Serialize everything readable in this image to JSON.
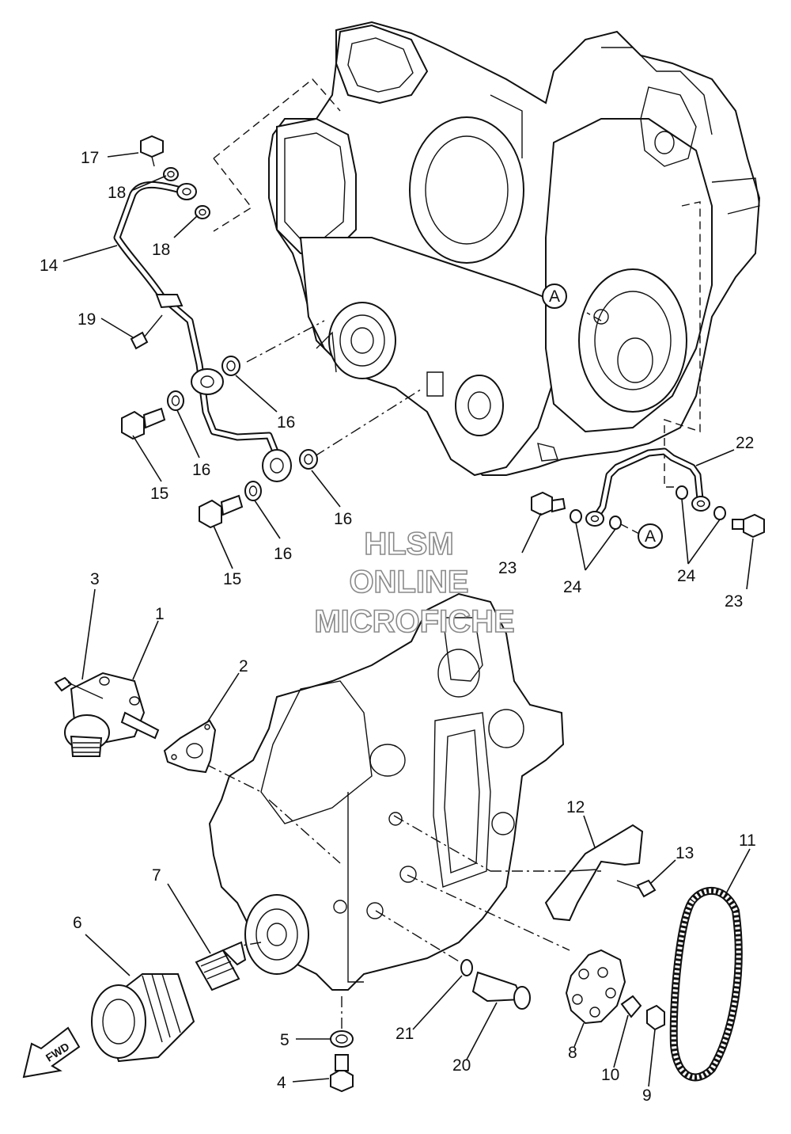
{
  "callouts": [
    {
      "id": "17",
      "text": "17"
    },
    {
      "id": "18a",
      "text": "18"
    },
    {
      "id": "18b",
      "text": "18"
    },
    {
      "id": "14",
      "text": "14"
    },
    {
      "id": "19",
      "text": "19"
    },
    {
      "id": "16a",
      "text": "16"
    },
    {
      "id": "16b",
      "text": "16"
    },
    {
      "id": "15a",
      "text": "15"
    },
    {
      "id": "16c",
      "text": "16"
    },
    {
      "id": "16d",
      "text": "16"
    },
    {
      "id": "15b",
      "text": "15"
    },
    {
      "id": "22",
      "text": "22"
    },
    {
      "id": "23a",
      "text": "23"
    },
    {
      "id": "24a",
      "text": "24"
    },
    {
      "id": "24b",
      "text": "24"
    },
    {
      "id": "23b",
      "text": "23"
    },
    {
      "id": "3",
      "text": "3"
    },
    {
      "id": "1",
      "text": "1"
    },
    {
      "id": "2",
      "text": "2"
    },
    {
      "id": "12",
      "text": "12"
    },
    {
      "id": "13",
      "text": "13"
    },
    {
      "id": "11",
      "text": "11"
    },
    {
      "id": "7",
      "text": "7"
    },
    {
      "id": "6",
      "text": "6"
    },
    {
      "id": "5",
      "text": "5"
    },
    {
      "id": "4",
      "text": "4"
    },
    {
      "id": "21",
      "text": "21"
    },
    {
      "id": "20",
      "text": "20"
    },
    {
      "id": "8",
      "text": "8"
    },
    {
      "id": "10",
      "text": "10"
    },
    {
      "id": "9",
      "text": "9"
    }
  ],
  "reference_marks": [
    {
      "id": "A1",
      "text": "A"
    },
    {
      "id": "A2",
      "text": "A"
    }
  ],
  "fwd_label": "FWD",
  "watermark": {
    "line1": "HLSM",
    "line2": "ONLINE",
    "line3": "MICROFICHE"
  }
}
